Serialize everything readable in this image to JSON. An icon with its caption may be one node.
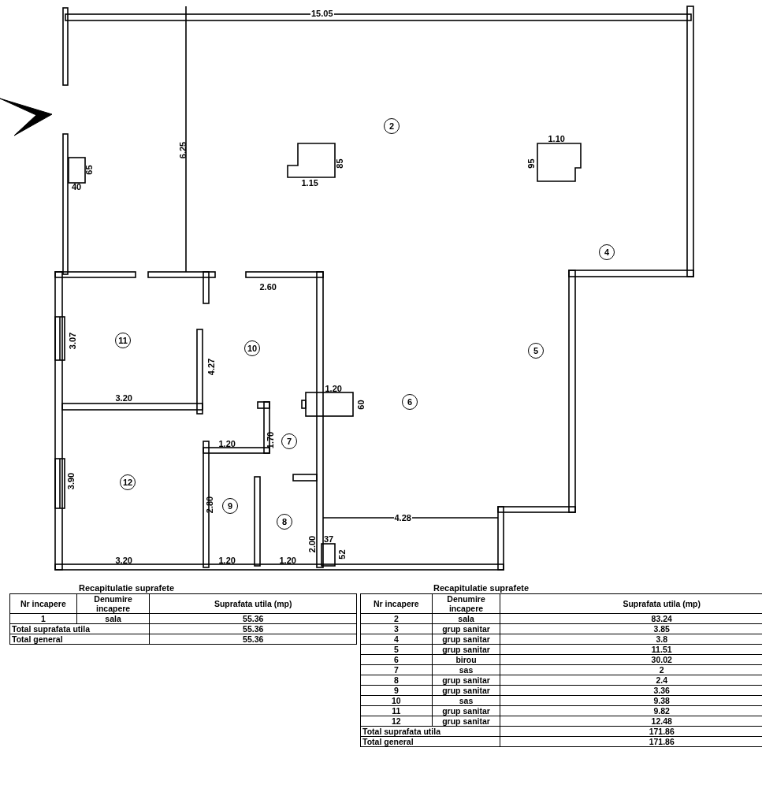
{
  "diagram": {
    "nodes": [
      {
        "text": [
          "2"
        ]
      },
      {
        "text": [
          "4"
        ]
      },
      {
        "text": [
          "11"
        ]
      },
      {
        "text": [
          "10"
        ]
      },
      {
        "text": [
          "5"
        ]
      },
      {
        "text": [
          "6"
        ]
      },
      {
        "text": [
          "7"
        ]
      },
      {
        "text": [
          "12"
        ]
      },
      {
        "text": [
          "9"
        ]
      },
      {
        "text": [
          "8"
        ]
      }
    ],
    "labels": [
      "15.05",
      "1.10",
      "6.25",
      "85",
      "95",
      "65",
      "40",
      "1.15",
      "2.60",
      "3.07",
      "4.27",
      "1.20",
      "60",
      "3.20",
      "1.20",
      "1.70",
      "3.90",
      "2.80",
      "4.28",
      "2.00",
      "37",
      "52",
      "3.20",
      "1.20",
      "1.20",
      "Recapitulatie suprafete",
      "Nr incapere",
      "Denumire incapere",
      "Suprafata utila (mp)",
      "1",
      "sala",
      "55.36",
      "Total suprafata utila",
      "55.36",
      "Total general",
      "55.36",
      "Recapitulatie suprafete",
      "Nr incapere",
      "Denumire incapere",
      "Suprafata utila (mp)",
      "2",
      "sala",
      "83.24",
      "3",
      "grup sanitar",
      "3.85",
      "4",
      "grup sanitar",
      "3.8",
      "5",
      "grup sanitar",
      "11.51",
      "6",
      "birou",
      "30.02",
      "7",
      "sas",
      "2",
      "8",
      "grup sanitar",
      "2.4",
      "9",
      "grup sanitar",
      "3.36",
      "10",
      "sas",
      "9.38",
      "11",
      "grup sanitar",
      "9.82",
      "12",
      "grup sanitar",
      "12.48",
      "Total suprafata utila",
      "171.86",
      "Total general",
      "171.86"
    ]
  }
}
